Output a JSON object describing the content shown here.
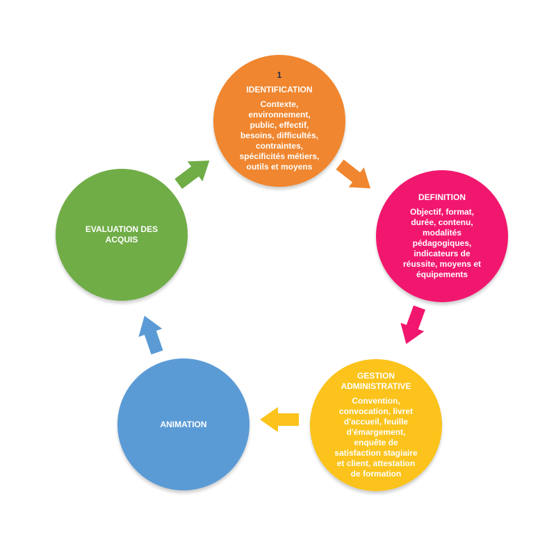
{
  "colors": {
    "identification": "#f0862f",
    "definition": "#f2176e",
    "gestion": "#fbc31b",
    "animation": "#5b9bd5",
    "evaluation": "#70ad47",
    "number": "#1f2d4d"
  },
  "steps": {
    "identification": {
      "number": "1",
      "title": "IDENTIFICATION",
      "body": "Contexte,\nenvironnement,\npublic, effectif,\nbesoins, difficultés,\ncontraintes,\nspécificités métiers,\noutils et moyens"
    },
    "definition": {
      "title": "DEFINITION",
      "body": "Objectif, format,\ndurée, contenu,\nmodalités\npédagogiques,\nindicateurs de\nréussite, moyens et\néquipements"
    },
    "gestion": {
      "title": "GESTION\nADMINISTRATIVE",
      "body": "Convention,\nconvocation, livret\nd'accueil, feuille\nd'émargement,\nenquête de\nsatisfaction stagiaire\net client, attestation\nde formation"
    },
    "animation": {
      "title": "ANIMATION"
    },
    "evaluation": {
      "title": "EVALUATION DES\nACQUIS"
    }
  },
  "arrows": [
    {
      "from": "identification",
      "to": "definition",
      "color": "#f0862f",
      "icon": "arrow-right-icon"
    },
    {
      "from": "definition",
      "to": "gestion",
      "color": "#f2176e",
      "icon": "arrow-right-icon"
    },
    {
      "from": "gestion",
      "to": "animation",
      "color": "#fbc31b",
      "icon": "arrow-right-icon"
    },
    {
      "from": "animation",
      "to": "evaluation",
      "color": "#5b9bd5",
      "icon": "arrow-right-icon"
    },
    {
      "from": "evaluation",
      "to": "identification",
      "color": "#70ad47",
      "icon": "arrow-right-icon"
    }
  ]
}
